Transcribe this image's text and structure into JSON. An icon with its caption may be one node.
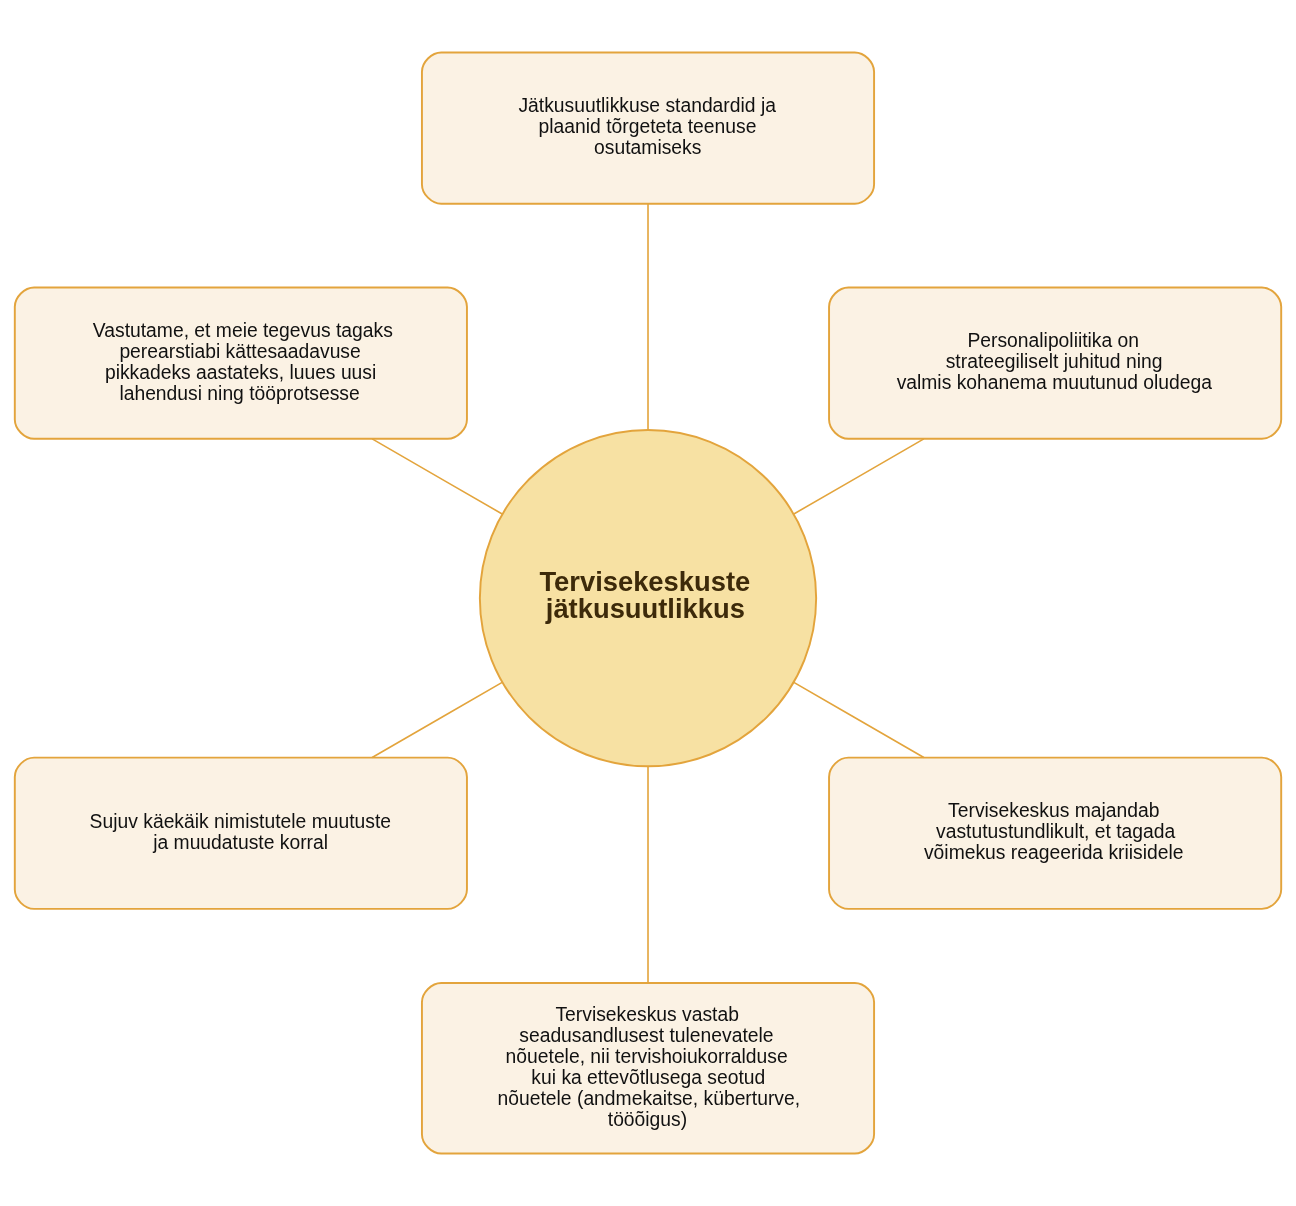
{
  "diagram": {
    "nodes": [
      {
        "text": [
          "Tervisekeskuste jätkusuutlikkus"
        ]
      },
      {
        "text": [
          "Jätkusuutlikkuse standardid ja plaanid tõrgeteta teenuse osutamiseks"
        ]
      },
      {
        "text": [
          "Personalipoliitika on strateegiliselt juhitud ning valmis kohanema muutunud oludega"
        ]
      },
      {
        "text": [
          "Tervisekeskus majandab vastutustundlikult, et tagada võimekus reageerida kriisidele"
        ]
      },
      {
        "text": [
          "Tervisekeskus vastab seadusandlusest tulenevatele nõuetele, nii tervishoiukorralduse kui ka ettevõtlusega seotud nõuetele (andmekaitse, küberturve, tööõigus)"
        ]
      },
      {
        "text": [
          "Sujuv käekäik nimistutele muutuste ja muudatuste korral"
        ]
      },
      {
        "text": [
          "Vastutame, et meie tegevus tagaks perearstiabi kättesaadavuse pikkadeks aastateks, luues uusi lahendusi ning tööprotsesse"
        ]
      }
    ],
    "edges": [
      {
        "from": 0,
        "to": 1,
        "arrow": "none"
      },
      {
        "from": 0,
        "to": 2,
        "arrow": "none"
      },
      {
        "from": 0,
        "to": 3,
        "arrow": "none"
      },
      {
        "from": 0,
        "to": 4,
        "arrow": "none"
      },
      {
        "from": 0,
        "to": 5,
        "arrow": "none"
      },
      {
        "from": 0,
        "to": 6,
        "arrow": "none"
      }
    ]
  }
}
